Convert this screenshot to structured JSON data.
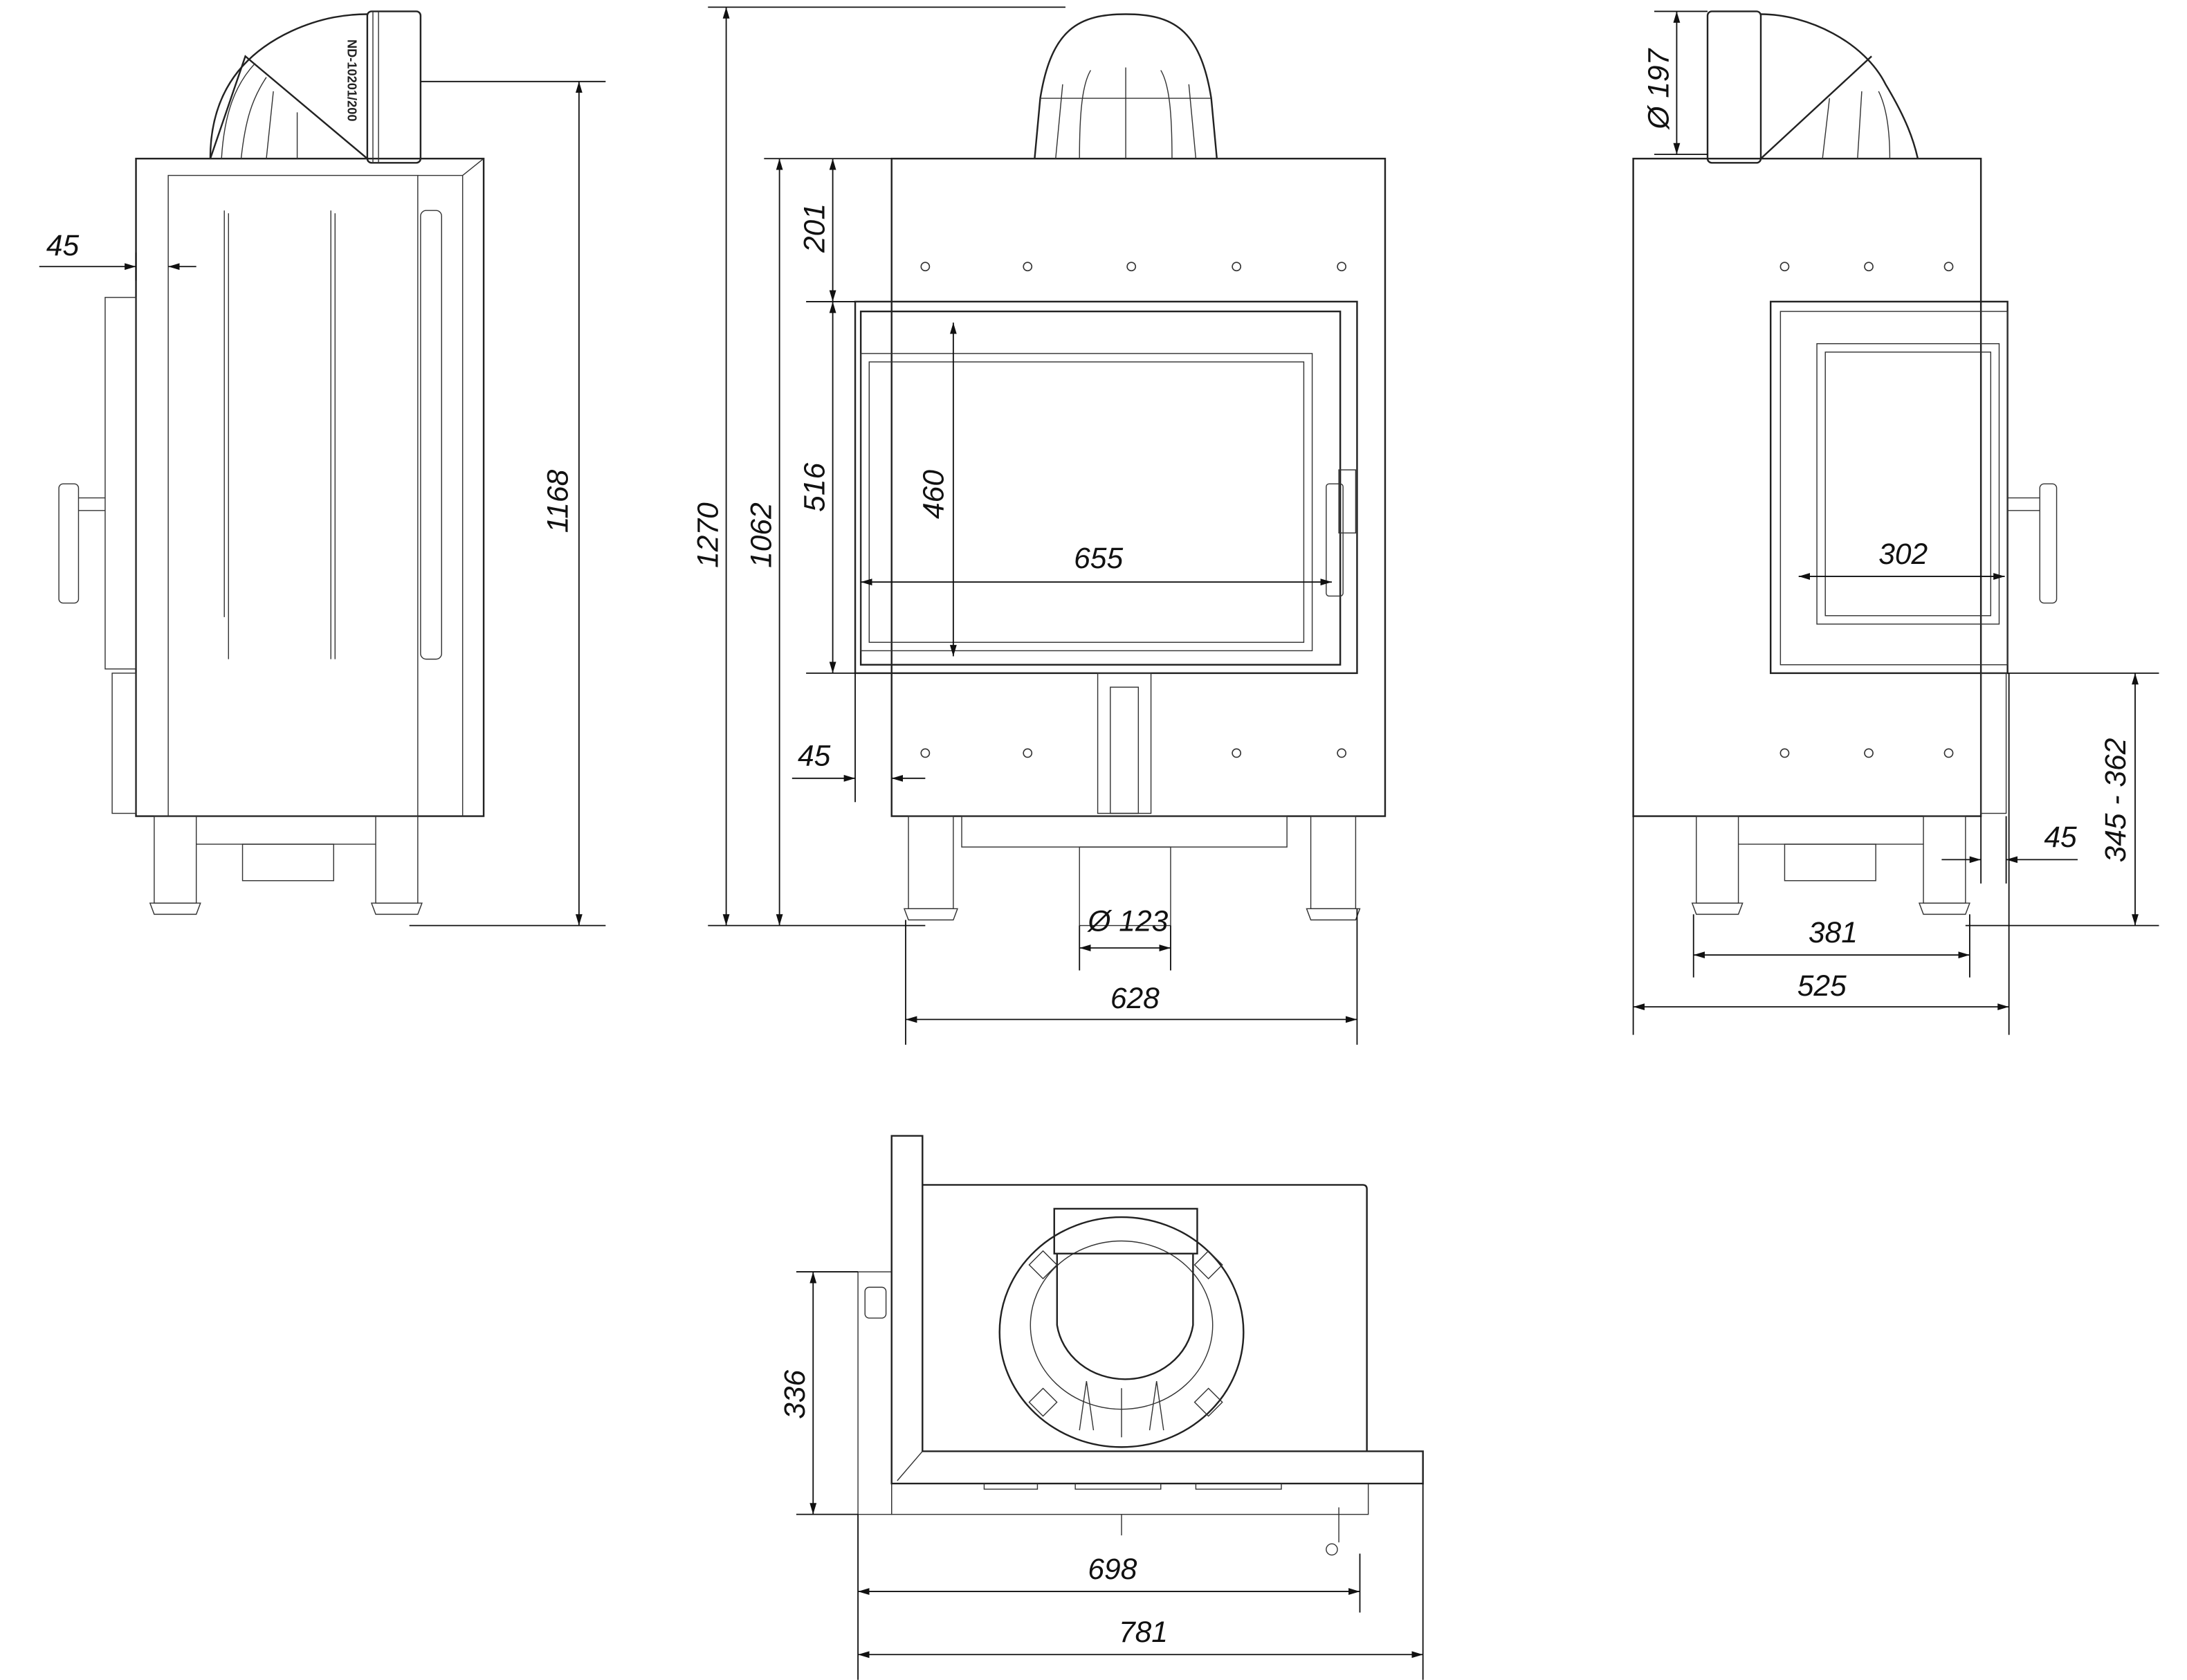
{
  "side_view_left": {
    "pipe_marking": "ND-10201/200",
    "dim_wall_offset": "45",
    "dim_total_height_to_outlet": "1168"
  },
  "front_view": {
    "dim_total_height": "1270",
    "dim_body_height": "1062",
    "dim_top_section": "201",
    "dim_door_height": "516",
    "dim_glass_height": "460",
    "dim_glass_width": "655",
    "dim_door_offset": "45",
    "dim_air_inlet": "Ø 123",
    "dim_width": "628"
  },
  "side_view_right": {
    "dim_outlet_diameter": "Ø 197",
    "dim_glass_width": "302",
    "dim_door_bottom_height": "345 - 362",
    "dim_door_offset": "45",
    "dim_leg_spacing": "381",
    "dim_depth": "525"
  },
  "top_view": {
    "dim_side_depth": "336",
    "dim_inner_width": "698",
    "dim_total_width": "781"
  }
}
